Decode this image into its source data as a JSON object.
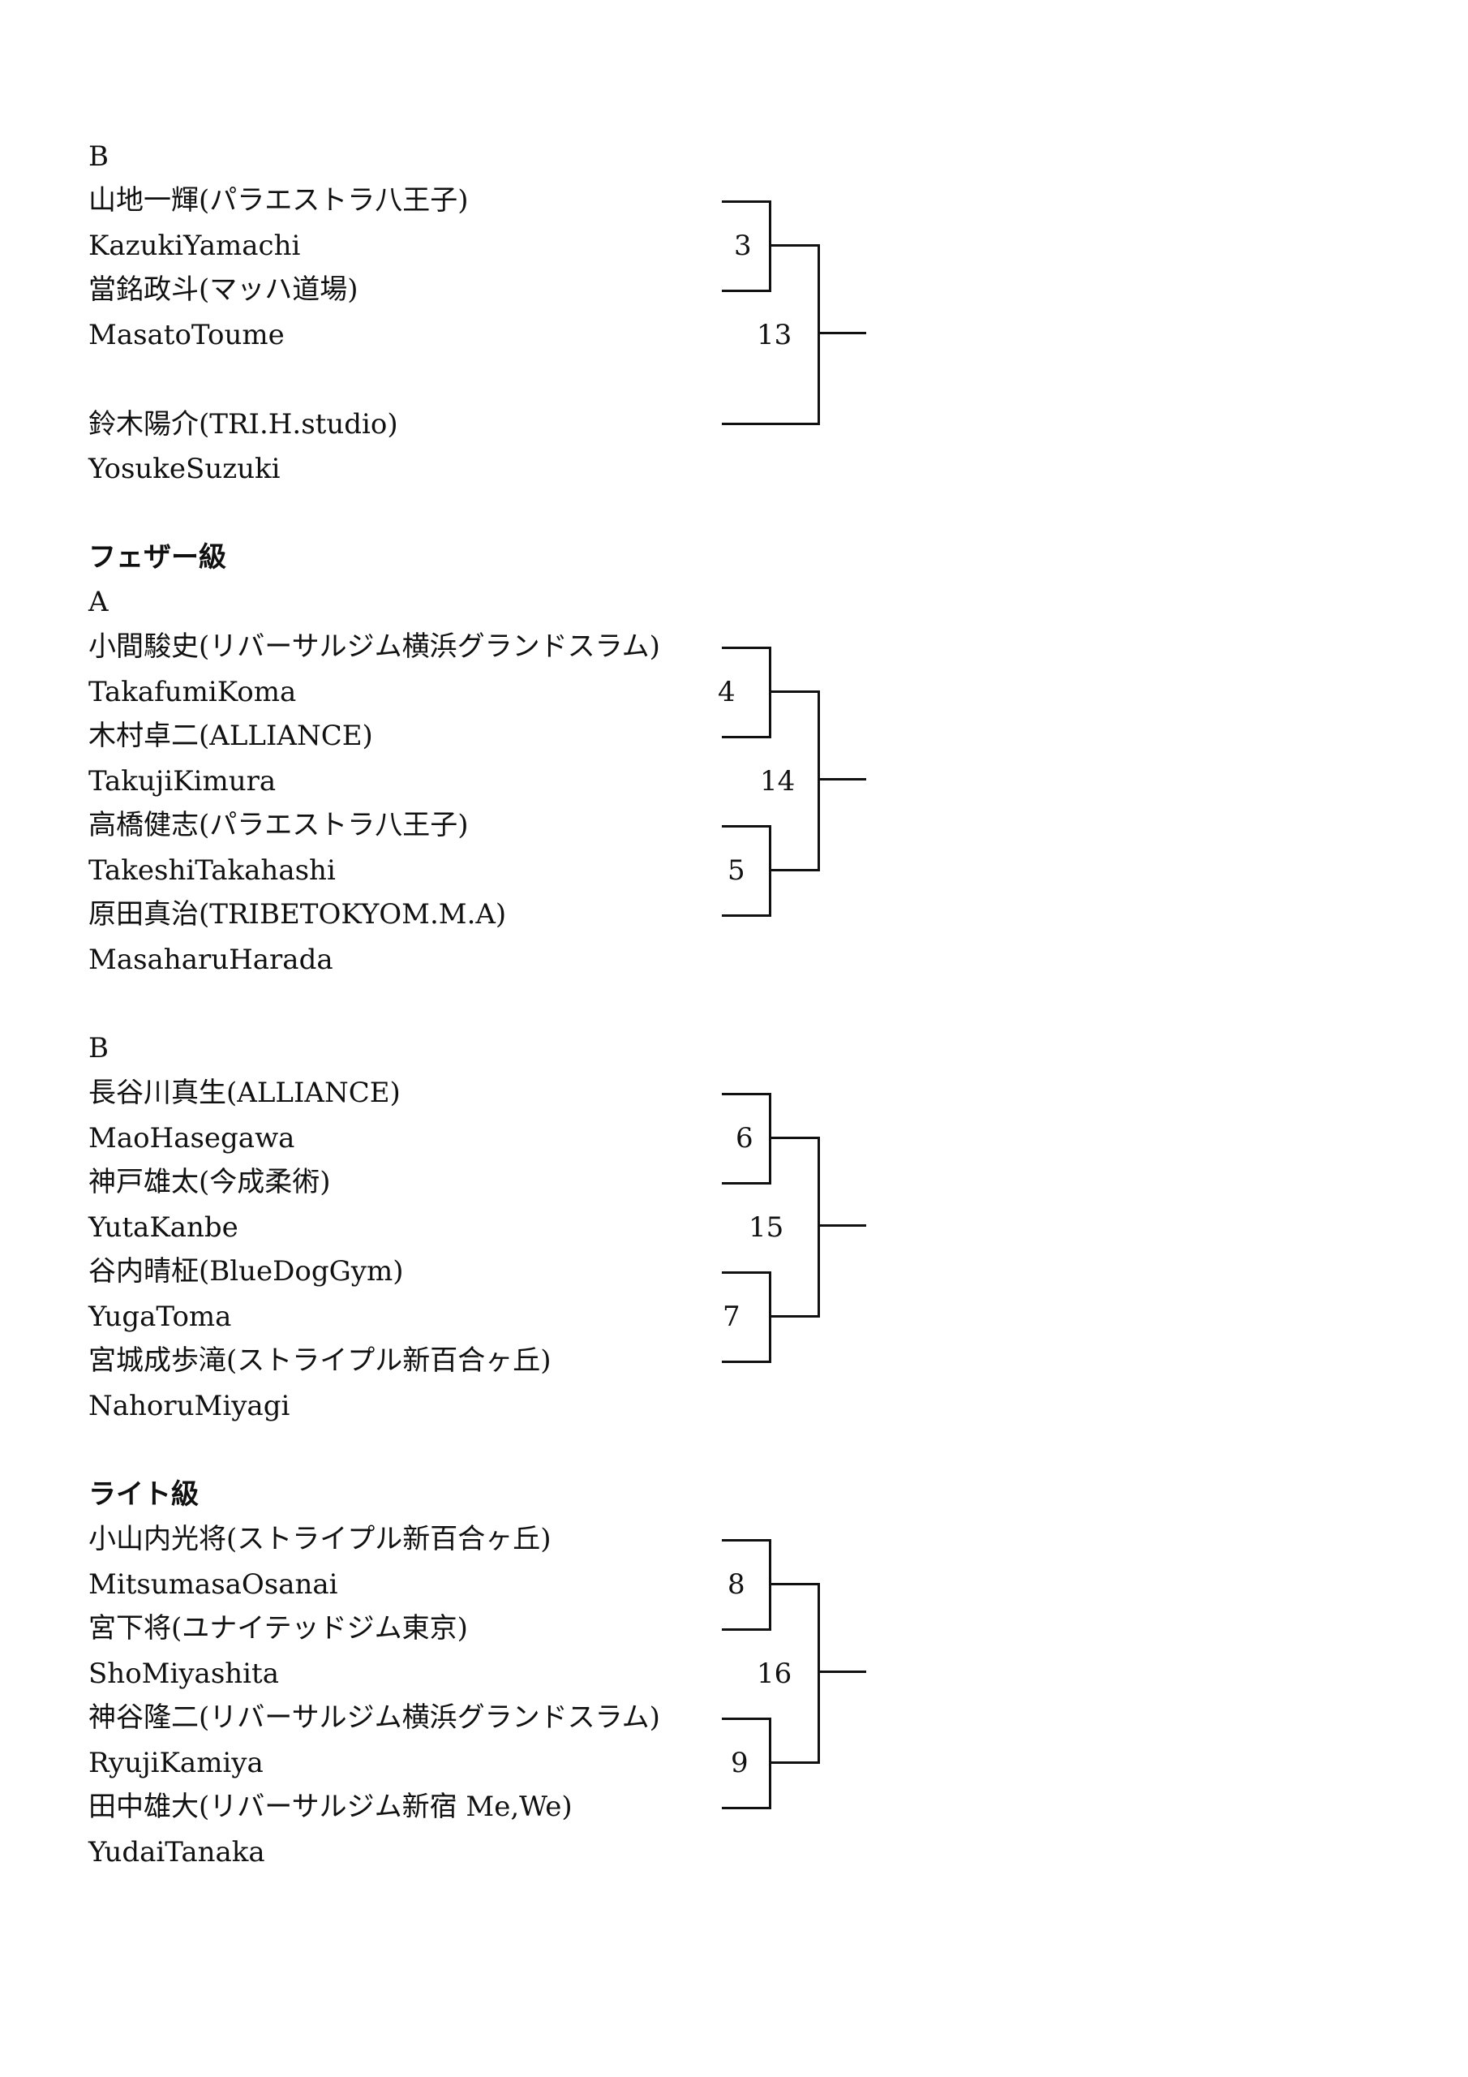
{
  "sections": [
    {
      "weight_class": "",
      "pool": "B",
      "fighters": [
        {
          "jp": "山地一輝(パラエストラ八王子)",
          "en": "KazukiYamachi"
        },
        {
          "jp": "當銘政斗(マッハ道場)",
          "en": "MasatoToume"
        },
        {
          "jp": "鈴木陽介(TRI.H.studio)",
          "en": "YosukeSuzuki"
        }
      ],
      "matches": [
        "3"
      ],
      "final": "13"
    },
    {
      "weight_class": "フェザー級",
      "pool": "A",
      "fighters": [
        {
          "jp": "小間駿史(リバーサルジム横浜グランドスラム)",
          "en": "TakafumiKoma"
        },
        {
          "jp": "木村卓二(ALLIANCE)",
          "en": "TakujiKimura"
        },
        {
          "jp": "高橋健志(パラエストラ八王子)",
          "en": "TakeshiTakahashi"
        },
        {
          "jp": "原田真治(TRIBETOKYOM.M.A)",
          "en": "MasaharuHarada"
        }
      ],
      "matches": [
        "4",
        "5"
      ],
      "final": "14"
    },
    {
      "weight_class": "",
      "pool": "B",
      "fighters": [
        {
          "jp": "長谷川真生(ALLIANCE)",
          "en": "MaoHasegawa"
        },
        {
          "jp": "神戸雄太(今成柔術)",
          "en": "YutaKanbe"
        },
        {
          "jp": "谷内晴柾(BlueDogGym)",
          "en": "YugaToma"
        },
        {
          "jp": "宮城成歩滝(ストライプル新百合ヶ丘)",
          "en": "NahoruMiyagi"
        }
      ],
      "matches": [
        "6",
        "7"
      ],
      "final": "15"
    },
    {
      "weight_class": "ライト級",
      "pool": "",
      "fighters": [
        {
          "jp": "小山内光将(ストライプル新百合ヶ丘)",
          "en": "MitsumasaOsanai"
        },
        {
          "jp": "宮下将(ユナイテッドジム東京)",
          "en": "ShoMiyashita"
        },
        {
          "jp": "神谷隆二(リバーサルジム横浜グランドスラム)",
          "en": "RyujiKamiya"
        },
        {
          "jp": "田中雄大(リバーサルジム新宿 Me,We)",
          "en": "YudaiTanaka"
        }
      ],
      "matches": [
        "8",
        "9"
      ],
      "final": "16"
    }
  ]
}
